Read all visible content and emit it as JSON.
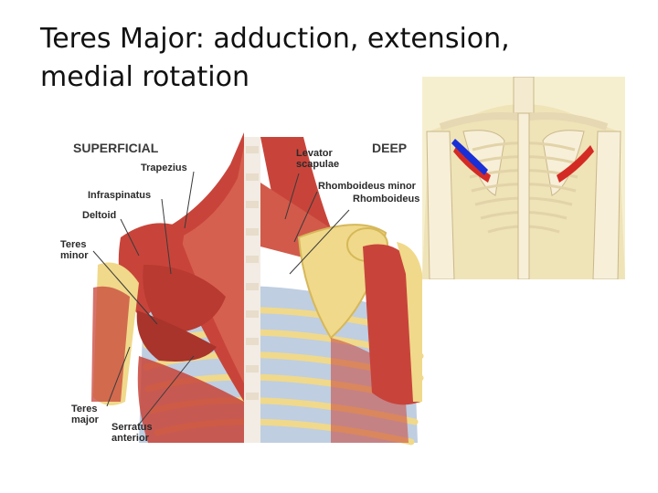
{
  "slide": {
    "title_line1": "Teres Major: adduction, extension,",
    "title_line2": "medial rotation"
  },
  "anatomy_figure": {
    "labels": {
      "superficial": "SUPERFICIAL",
      "deep": "DEEP",
      "trapezius": "Trapezius",
      "infraspinatus": "Infraspinatus",
      "deltoid": "Deltoid",
      "teres_minor_1": "Teres",
      "teres_minor_2": "minor",
      "teres_major_1": "Teres",
      "teres_major_2": "major",
      "serratus_1": "Serratus",
      "serratus_2": "anterior",
      "levator_1": "Levator",
      "levator_2": "scapulae",
      "rhomboideus_minor": "Rhomboideus minor",
      "rhomboideus_major": "Rhomboideus"
    }
  },
  "colors": {
    "muscle": "#c8443a",
    "muscle_light": "#e0735f",
    "tendon": "#f2ece4",
    "bone": "#f0d98a",
    "bone_dark": "#d6b85a",
    "rib_gap": "#8aa6c8",
    "panel_bg": "#f6efcf",
    "teres_major_highlight": "#d42a24",
    "teres_minor_highlight": "#1a2fd6"
  }
}
